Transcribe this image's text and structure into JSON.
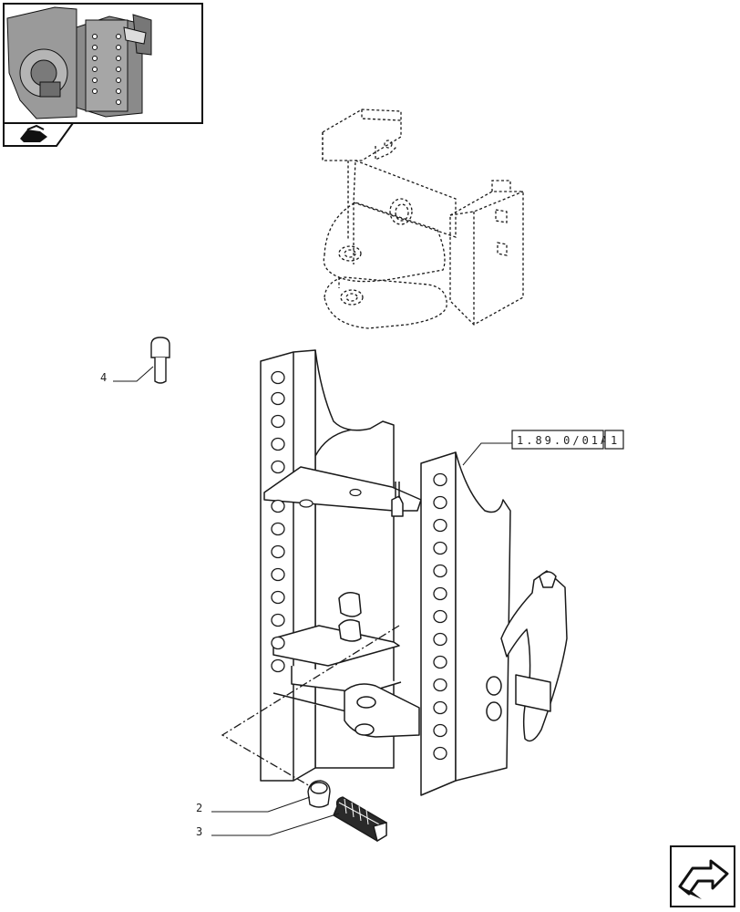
{
  "reference": {
    "code": "1.89.0/01A",
    "sheet": "1"
  },
  "callouts": [
    {
      "number": "4"
    },
    {
      "number": "2"
    },
    {
      "number": "3"
    }
  ],
  "icons": {
    "thumbnail": "tractor-rear-hitch-thumbnail",
    "section_icon": "tractor-section-icon",
    "next_page": "next-page-arrow-icon"
  },
  "colors": {
    "line": "#1a1a1a",
    "background": "#ffffff"
  }
}
